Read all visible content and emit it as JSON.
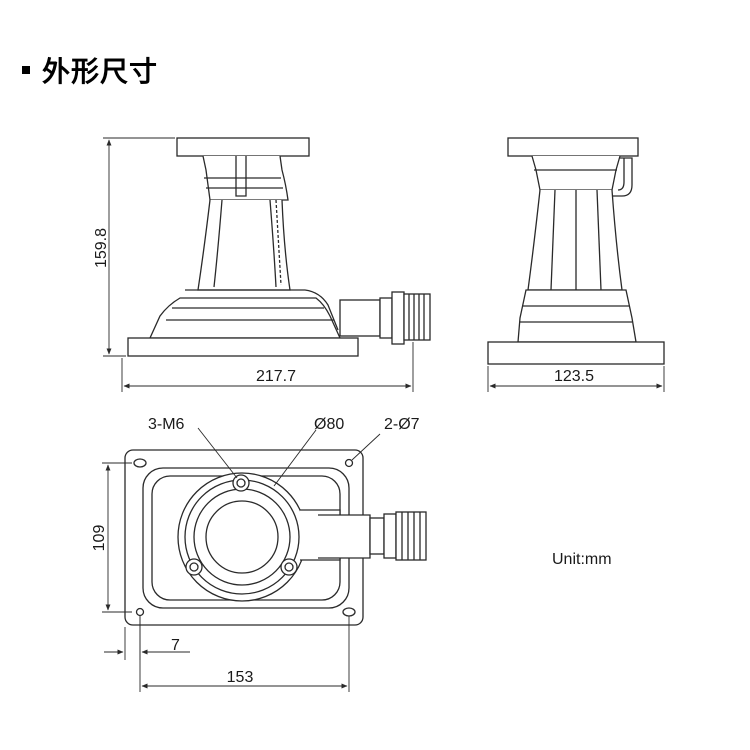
{
  "heading": {
    "title": "外形尺寸"
  },
  "dimensions": {
    "front_height": "159.8",
    "front_width": "217.7",
    "side_width": "123.5",
    "bottom_height": "109",
    "bottom_hole_offset": "7",
    "bottom_width": "153",
    "screw_label": "3-M6",
    "diameter_label": "Ø80",
    "mount_hole_label": "2-Ø7"
  },
  "unit_label": "Unit:mm"
}
